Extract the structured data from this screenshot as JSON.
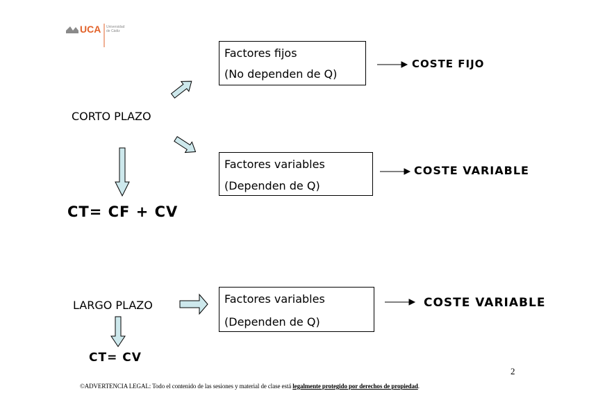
{
  "logo": {
    "mark": "UCA",
    "line1": "Universidad",
    "line2": "de Cádiz"
  },
  "short_term": {
    "label": "CORTO PLAZO",
    "fixed_box": {
      "line1": "Factores fijos",
      "line2": "(No dependen de Q)"
    },
    "fixed_result": "COSTE FIJO",
    "variable_box": {
      "line1": "Factores variables",
      "line2": "(Dependen de Q)"
    },
    "variable_result": "COSTE VARIABLE",
    "formula": "CT= CF + CV"
  },
  "long_term": {
    "label": "LARGO PLAZO",
    "variable_box": {
      "line1": "Factores variables",
      "line2": "(Dependen de Q)"
    },
    "variable_result": "COSTE VARIABLE",
    "formula": "CT= CV"
  },
  "page_number": "2",
  "footer": {
    "prefix": "©ADVERTENCIA LEGAL: Todo el contenido de las sesiones y material de clase está ",
    "emphasis": "legalmente protegido por derechos de propiedad",
    "suffix": "."
  },
  "colors": {
    "arrow_fill": "#cde8ec",
    "logo_red": "#e2622a",
    "logo_gray": "#8a8a8a"
  }
}
